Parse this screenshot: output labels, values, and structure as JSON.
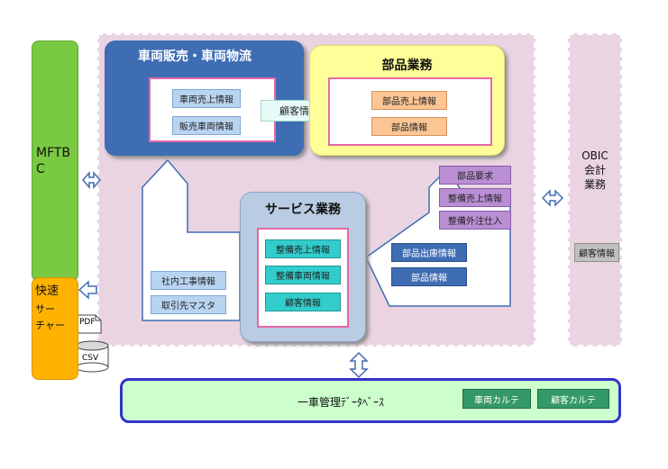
{
  "mftbc": {
    "label_line1": "MFTB",
    "label_line2": "C"
  },
  "searcher": {
    "line1": "快速",
    "line2": "サー",
    "line3": "チャー",
    "pdf": "PDF",
    "csv": "CSV"
  },
  "vehicle": {
    "title": "車両販売・車両物流",
    "items": [
      "車両売上情報",
      "販売車両情報"
    ]
  },
  "customer_info_tag": "顧客情報",
  "parts": {
    "title": "部品業務",
    "items": [
      "部品売上情報",
      "部品情報"
    ]
  },
  "purple_items": [
    "部品要求",
    "整備売上情報",
    "整備外注仕入"
  ],
  "service": {
    "title": "サービス業務",
    "items": [
      "整備売上情報",
      "整備車両情報",
      "顧客情報"
    ]
  },
  "navy_items": [
    "部品出庫情報",
    "部品情報"
  ],
  "left_items": [
    "社内工事情報",
    "取引先マスタ"
  ],
  "obic": {
    "line1": "OBIC",
    "line2": "会計",
    "line3": "業務",
    "tag": "顧客情報"
  },
  "database": {
    "title": "一車管理ﾃﾞｰﾀﾍﾞｰｽ",
    "items": [
      "車両カルテ",
      "顧客カルテ"
    ]
  }
}
